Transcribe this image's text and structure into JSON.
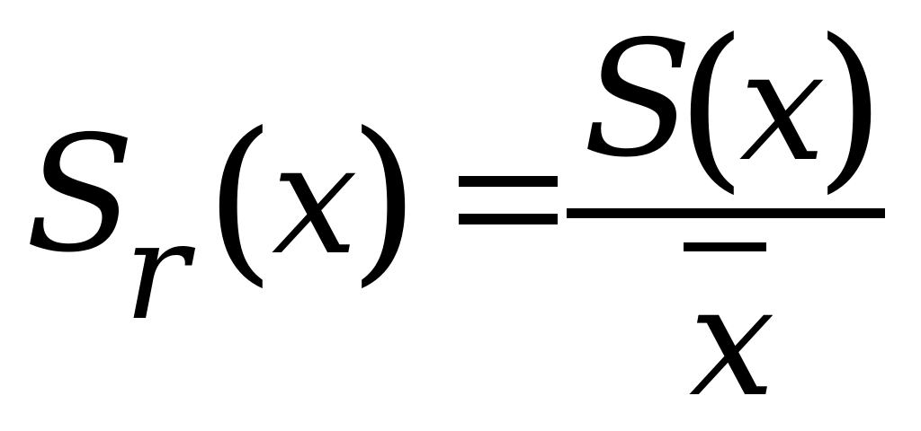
{
  "formula": {
    "lhs": {
      "symbol": "S",
      "subscript": "r",
      "open_paren": "(",
      "argument": "x",
      "close_paren": ")"
    },
    "relation": "=",
    "numerator": {
      "symbol": "S",
      "open_paren": "(",
      "argument": "x",
      "close_paren": ")"
    },
    "denominator": {
      "symbol": "x",
      "decoration": "overline"
    }
  }
}
